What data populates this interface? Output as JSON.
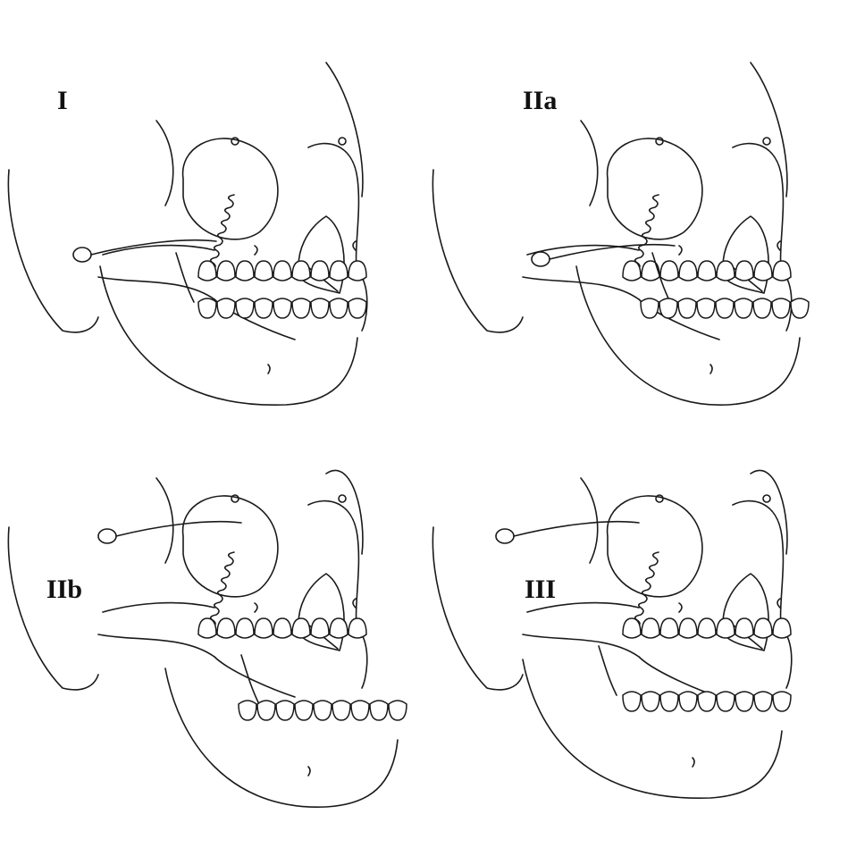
{
  "figure": {
    "background": "#ffffff",
    "line_color": "#1a1a1a",
    "panels": [
      {
        "label": "I",
        "variant": "I"
      },
      {
        "label": "IIa",
        "variant": "IIa"
      },
      {
        "label": "IIb",
        "variant": "IIb"
      },
      {
        "label": "III",
        "variant": "III"
      }
    ]
  }
}
